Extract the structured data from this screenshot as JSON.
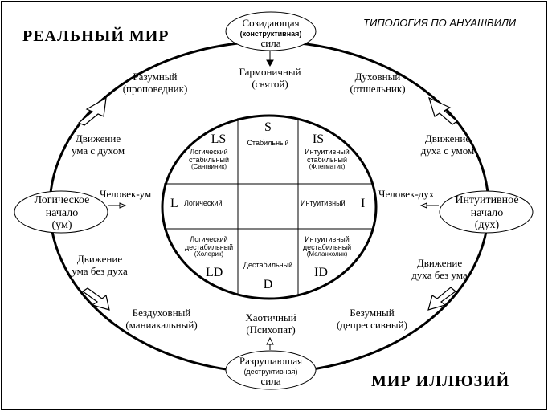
{
  "titles": {
    "typology": "ТИПОЛОГИЯ ПО АНУАШВИЛИ",
    "real_world": "РЕАЛЬНЫЙ  МИР",
    "illusion_world": "МИР  ИЛЛЮЗИЙ"
  },
  "forces": {
    "creative": {
      "line1": "Созидающая",
      "line2": "(конструктивная)",
      "line3": "сила"
    },
    "destructive": {
      "line1": "Разрушающая",
      "line2": "(деструктивная)",
      "line3": "сила"
    }
  },
  "beginnings": {
    "logical": {
      "line1": "Логическое",
      "line2": "начало",
      "line3": "(ум)"
    },
    "intuitive": {
      "line1": "Интуитивное",
      "line2": "начало",
      "line3": "(дух)"
    }
  },
  "person_types": {
    "harmonious": {
      "line1": "Гармоничный",
      "line2": "(святой)"
    },
    "rational": {
      "line1": "Разумный",
      "line2": "(проповедник)"
    },
    "spiritual": {
      "line1": "Духовный",
      "line2": "(отшельник)"
    },
    "soulless": {
      "line1": "Бездуховный",
      "line2": "(маниакальный)"
    },
    "insane": {
      "line1": "Безумный",
      "line2": "(депрессивный)"
    },
    "chaotic": {
      "line1": "Хаотичный",
      "line2": "(Психопат)"
    }
  },
  "movements": {
    "mind_with_spirit": {
      "line1": "Движение",
      "line2": "ума с духом"
    },
    "spirit_with_mind": {
      "line1": "Движение",
      "line2": "духа с умом"
    },
    "mind_without_spirit": {
      "line1": "Движение",
      "line2": "ума без духа"
    },
    "spirit_without_mind": {
      "line1": "Движение",
      "line2": "духа без ума"
    }
  },
  "humans": {
    "human_mind": "Человек-ум",
    "human_spirit": "Человек-дух"
  },
  "grid": {
    "S": {
      "letter": "S",
      "label": "Стабильный"
    },
    "LS": {
      "letter": "LS",
      "line1": "Логический",
      "line2": "стабильный",
      "line3": "(Сангвиник)"
    },
    "IS": {
      "letter": "IS",
      "line1": "Интуитивный",
      "line2": "стабильный",
      "line3": "(Флегматик)"
    },
    "L": {
      "letter": "L",
      "label": "Логический"
    },
    "I": {
      "letter": "I",
      "label": "Интуитивный"
    },
    "LD": {
      "letter": "LD",
      "line1": "Логический",
      "line2": "дестабильный",
      "line3": "(Холерик)"
    },
    "ID": {
      "letter": "ID",
      "line1": "Интуитивный",
      "line2": "дестабильный",
      "line3": "(Меланхолик)"
    },
    "D": {
      "letter": "D",
      "label": "Дестабильный"
    }
  }
}
